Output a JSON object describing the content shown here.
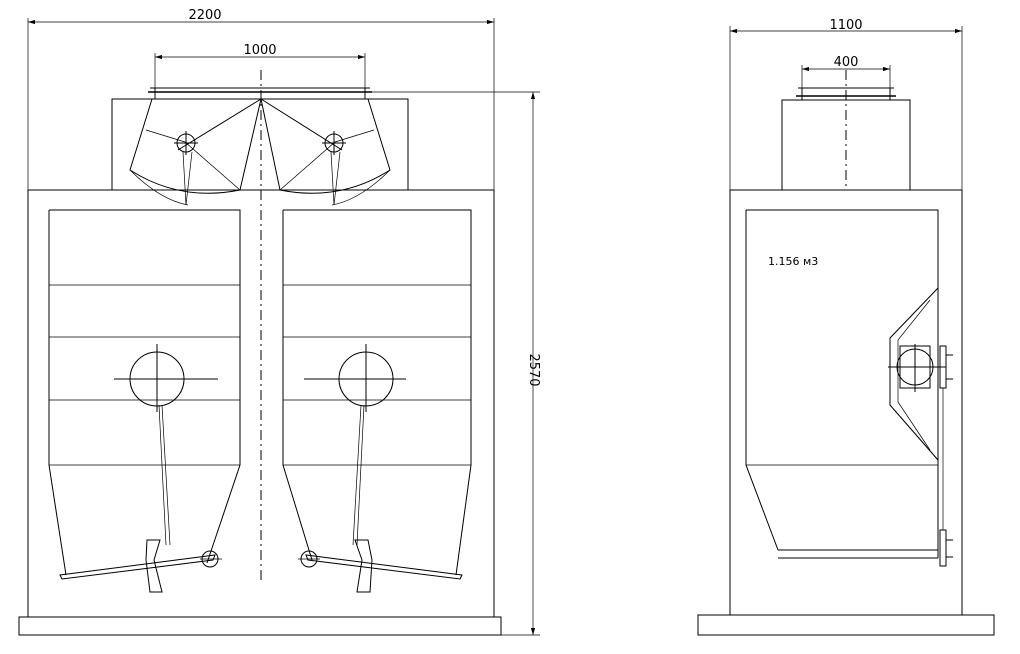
{
  "front_view": {
    "overall_width": "2200",
    "inlet_width": "1000",
    "overall_height": "2570"
  },
  "side_view": {
    "overall_width": "1100",
    "inlet_width": "400",
    "volume_note": "1.156  м3"
  }
}
